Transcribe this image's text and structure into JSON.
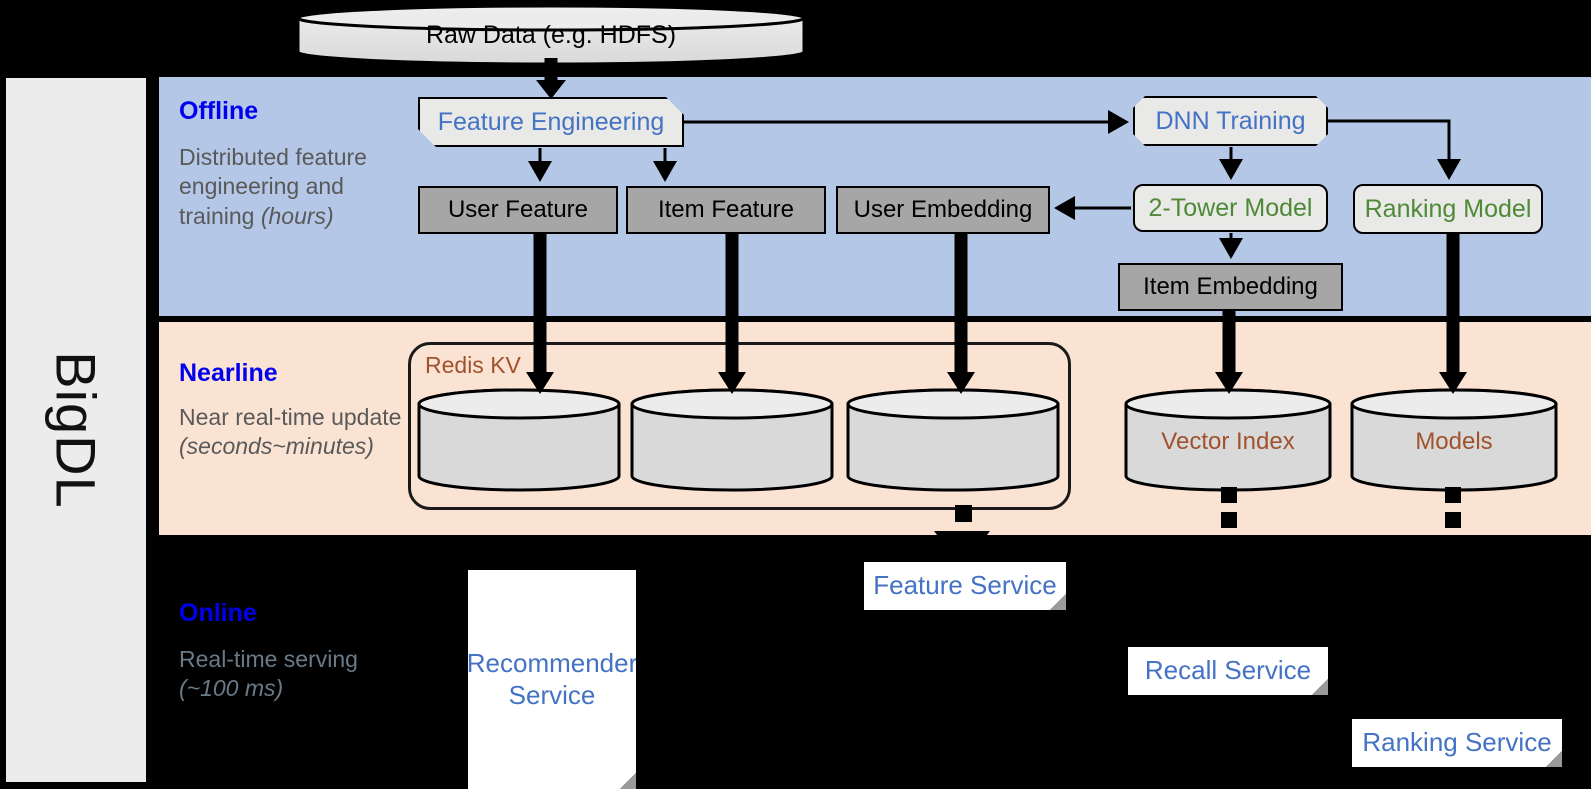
{
  "rail": {
    "label": "BigDL"
  },
  "bands": {
    "offline": {
      "title": "Offline",
      "sub_line1": "Distributed feature engineering and training ",
      "sub_em": "(hours)"
    },
    "nearline": {
      "title": "Nearline",
      "sub_line1": "Near real-time update ",
      "sub_em": "(seconds~minutes)"
    },
    "online": {
      "title": "Online",
      "sub_line1": "Real-time serving ",
      "sub_em": "(~100 ms)"
    }
  },
  "nodes": {
    "raw_data": "Raw Data (e.g. HDFS)",
    "feature_engineering": "Feature Engineering",
    "dnn_training": "DNN Training",
    "user_feature": "User Feature",
    "item_feature": "Item Feature",
    "user_embedding": "User Embedding",
    "two_tower_model": "2-Tower Model",
    "ranking_model": "Ranking Model",
    "item_embedding": "Item Embedding",
    "redis_kv": "Redis KV",
    "vector_index": "Vector Index",
    "models": "Models"
  },
  "services": {
    "recommender": "Recommender Service",
    "feature": "Feature Service",
    "recall": "Recall Service",
    "ranking": "Ranking Service"
  },
  "colors": {
    "offline_band": "#b4c7e7",
    "nearline_band": "#fbe3d4",
    "online_band": "#000000",
    "rail": "#ececec",
    "gray_node": "#a6a6a6",
    "proc_node": "#e9e9e7",
    "blue_text": "#4472c4",
    "green_text": "#4e8a36",
    "brown_text": "#a0522d",
    "band_title": "#0000ee"
  }
}
